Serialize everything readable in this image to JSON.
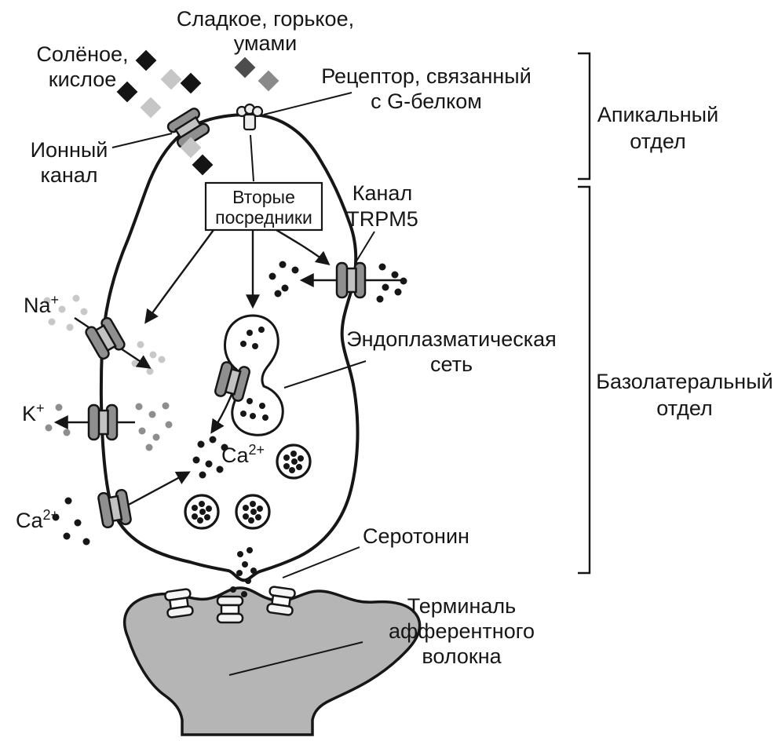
{
  "figure": {
    "type": "biology-diagram",
    "subject": "Вкусовая рецепторная клетка: пути передачи сигнала"
  },
  "labels": {
    "sweet_bitter_umami": {
      "line1": "Сладкое, горькое,",
      "line2": "умами"
    },
    "salty_sour": {
      "line1": "Солёное,",
      "line2": "кислое"
    },
    "gpcr_receptor": {
      "line1": "Рецептор, связанный",
      "line2": "с G-белком"
    },
    "apical_region": {
      "line1": "Апикальный",
      "line2": "отдел"
    },
    "ion_channel": {
      "line1": "Ионный",
      "line2": "канал"
    },
    "second_messengers": {
      "line1": "Вторые",
      "line2": "посредники"
    },
    "trpm5_channel": {
      "line1": "Канал",
      "line2": "TRPM5"
    },
    "endoplasmic_reticulum": {
      "line1": "Эндоплазматическая",
      "line2": "сеть"
    },
    "basolateral_region": {
      "line1": "Базолатеральный",
      "line2": "отдел"
    },
    "serotonin": "Серотонин",
    "afferent_terminal": {
      "line1": "Терминаль",
      "line2": "афферентного",
      "line3": "волокна"
    },
    "na_ion": {
      "base": "Na",
      "sup": "+"
    },
    "k_ion": {
      "base": "K",
      "sup": "+"
    },
    "ca_ion_left": {
      "base": "Ca",
      "sup": "2+"
    },
    "ca_ion_cytosol": {
      "base": "Ca",
      "sup": "2+"
    }
  },
  "colors": {
    "ink": "#161616",
    "cell_fill": "#ffffff",
    "terminal_fill": "#b5b5b5",
    "channel_fill": "#8f8f8f",
    "channel_waist_fill": "#c2c2c2",
    "receptor_fill": "#ededed",
    "diamond_dark": "#141414",
    "diamond_medium": "#4d4d4d",
    "diamond_gray": "#8a8a8a",
    "diamond_light": "#c6c6c6",
    "dot_black": "#161616",
    "dot_gray": "#8e8e8e",
    "dot_light": "#c8c8c8"
  }
}
